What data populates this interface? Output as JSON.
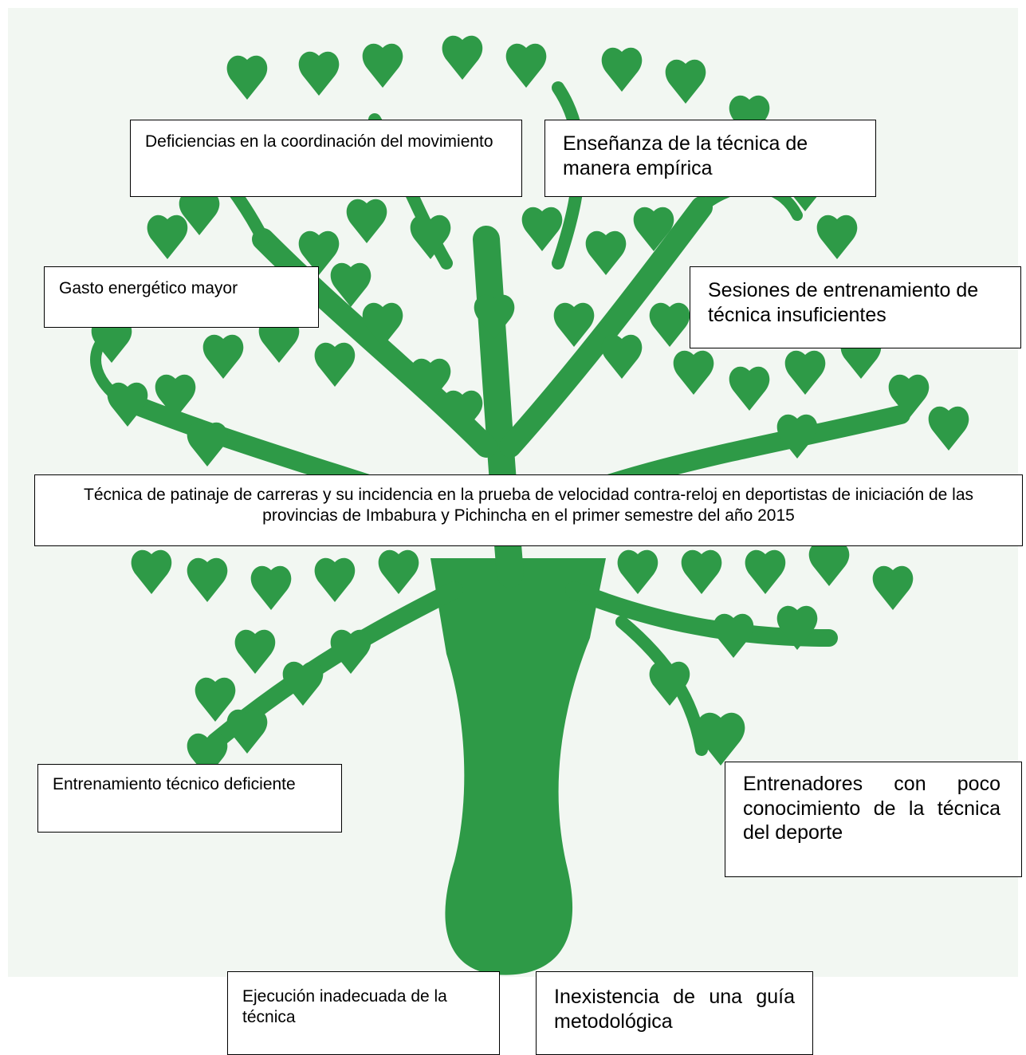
{
  "colors": {
    "tree": "#2e9a47",
    "background": "#f2f7f2",
    "box_border": "#000000"
  },
  "center_problem": "Técnica de patinaje de carreras y su incidencia en la prueba de velocidad contra-reloj en deportistas de iniciación de las provincias de Imbabura y Pichincha en el primer semestre del año 2015",
  "effects": [
    "Deficiencias en la coordinación del movimiento",
    "Gasto energético mayor"
  ],
  "causes_top": [
    "Enseñanza de la técnica de manera empírica",
    "Sesiones de entrenamiento de técnica insuficientes"
  ],
  "causes_bottom": [
    "Entrenamiento técnico deficiente",
    "Entrenadores con poco conocimiento de la técnica del deporte",
    "Ejecución inadecuada de la técnica",
    "Inexistencia de una guía metodológica"
  ]
}
